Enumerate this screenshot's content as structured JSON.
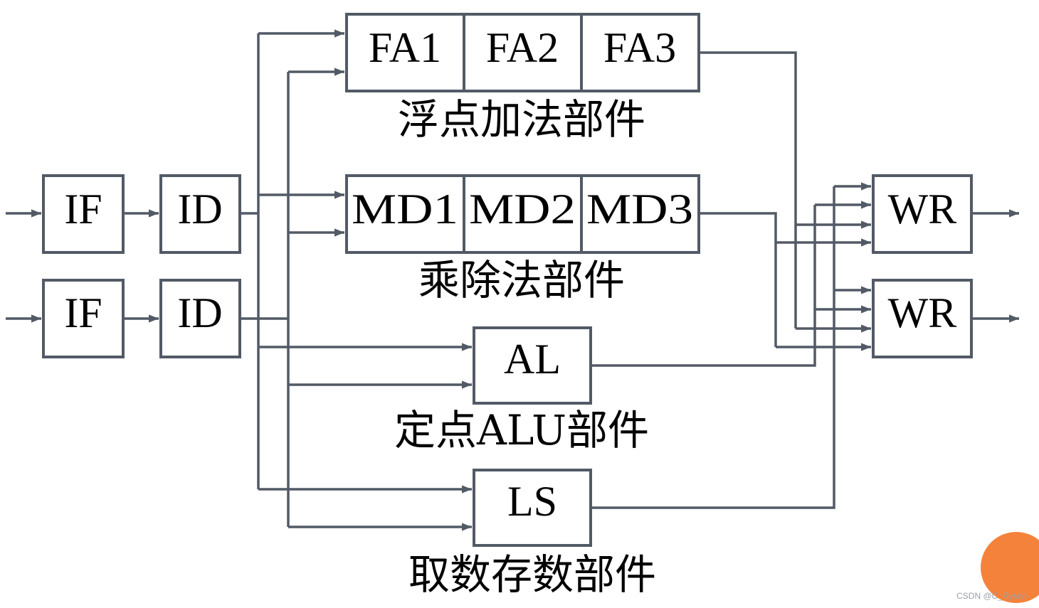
{
  "colors": {
    "line": "#525a66",
    "text": "#000000",
    "accent_circle": "#f5823a"
  },
  "stages": {
    "if1": "IF",
    "if2": "IF",
    "id1": "ID",
    "id2": "ID",
    "fa1": "FA1",
    "fa2": "FA2",
    "fa3": "FA3",
    "md1": "MD1",
    "md2": "MD2",
    "md3": "MD3",
    "al": "AL",
    "ls": "LS",
    "wr1": "WR",
    "wr2": "WR"
  },
  "captions": {
    "fp_add": "浮点加法部件",
    "mul_div": "乘除法部件",
    "alu": "定点ALU部件",
    "load_store": "取数存数部件"
  },
  "watermark": "CSDN @C_Ryson"
}
